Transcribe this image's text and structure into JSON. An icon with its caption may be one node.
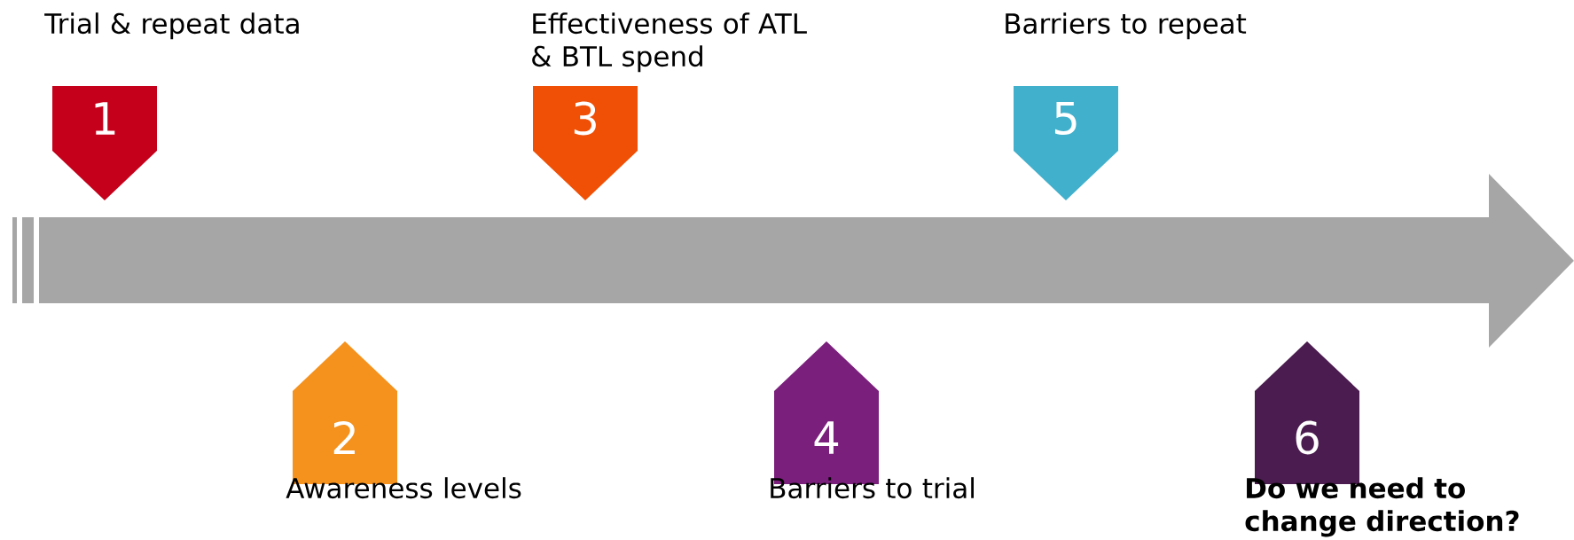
{
  "diagram": {
    "nodes": [
      {
        "text": [
          "1"
        ],
        "beside": [
          "Trial & repeat data"
        ]
      },
      {
        "text": [
          "2"
        ],
        "beside": [
          "Awareness levels"
        ]
      },
      {
        "text": [
          "3"
        ],
        "beside": [
          "Effectiveness of ATL & BTL spend"
        ]
      },
      {
        "text": [
          "4"
        ],
        "beside": [
          "Barriers to trial"
        ]
      },
      {
        "text": [
          "5"
        ],
        "beside": [
          "Barriers to repeat"
        ]
      },
      {
        "text": [
          "6"
        ],
        "beside": [
          "Do we need to change direction?"
        ]
      }
    ]
  }
}
